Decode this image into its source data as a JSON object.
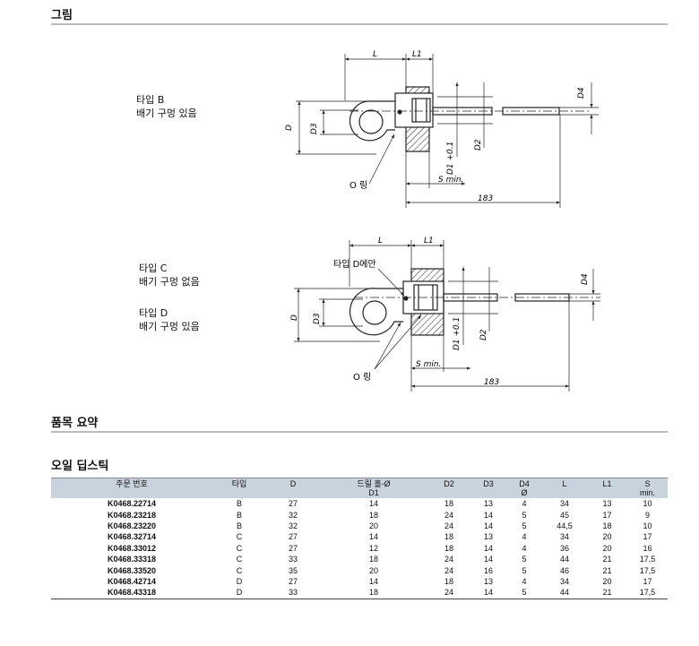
{
  "headings": {
    "drawing": "그림",
    "summary": "품목 요약",
    "oil_dipstick": "오일 딥스틱"
  },
  "drawing_b": {
    "caption_line1": "타입 B",
    "caption_line2": "배기 구멍 있음",
    "L": "L",
    "L1": "L1",
    "D": "D",
    "D3": "D3",
    "D4": "D4",
    "D1": "D1 +0.1",
    "D2": "D2",
    "smin": "S min.",
    "length": "183",
    "oring": "O 링"
  },
  "drawing_cd": {
    "caption_c1": "타입 C",
    "caption_c2": "배기 구멍 없음",
    "caption_d1": "타입 D",
    "caption_d2": "배기 구멍 있음",
    "type_d_only": "타입 D에만",
    "L": "L",
    "L1": "L1",
    "D": "D",
    "D3": "D3",
    "D4": "D4",
    "D1": "D1 +0.1",
    "D2": "D2",
    "smin": "S min.",
    "length": "183",
    "oring": "O 링"
  },
  "table": {
    "headers": [
      {
        "l1": "주문 번호",
        "l2": ""
      },
      {
        "l1": "타입",
        "l2": ""
      },
      {
        "l1": "D",
        "l2": ""
      },
      {
        "l1": "드릴 홀-Ø",
        "l2": "D1"
      },
      {
        "l1": "D2",
        "l2": ""
      },
      {
        "l1": "D3",
        "l2": ""
      },
      {
        "l1": "D4",
        "l2": "Ø"
      },
      {
        "l1": "L",
        "l2": ""
      },
      {
        "l1": "L1",
        "l2": ""
      },
      {
        "l1": "S",
        "l2": "min."
      }
    ],
    "rows": [
      [
        "K0468.22714",
        "B",
        "27",
        "14",
        "18",
        "13",
        "4",
        "34",
        "13",
        "10"
      ],
      [
        "K0468.23218",
        "B",
        "32",
        "18",
        "24",
        "14",
        "5",
        "45",
        "17",
        "9"
      ],
      [
        "K0468.23220",
        "B",
        "32",
        "20",
        "24",
        "14",
        "5",
        "44,5",
        "18",
        "10"
      ],
      [
        "K0468.32714",
        "C",
        "27",
        "14",
        "18",
        "13",
        "4",
        "34",
        "20",
        "17"
      ],
      [
        "K0468.33012",
        "C",
        "27",
        "12",
        "18",
        "14",
        "4",
        "36",
        "20",
        "16"
      ],
      [
        "K0468.33318",
        "C",
        "33",
        "18",
        "24",
        "14",
        "5",
        "44",
        "21",
        "17,5"
      ],
      [
        "K0468.33520",
        "C",
        "35",
        "20",
        "24",
        "16",
        "5",
        "46",
        "21",
        "17,5"
      ],
      [
        "K0468.42714",
        "D",
        "27",
        "14",
        "18",
        "13",
        "4",
        "34",
        "20",
        "17"
      ],
      [
        "K0468.43318",
        "D",
        "33",
        "18",
        "24",
        "14",
        "5",
        "44",
        "21",
        "17,5"
      ]
    ]
  }
}
